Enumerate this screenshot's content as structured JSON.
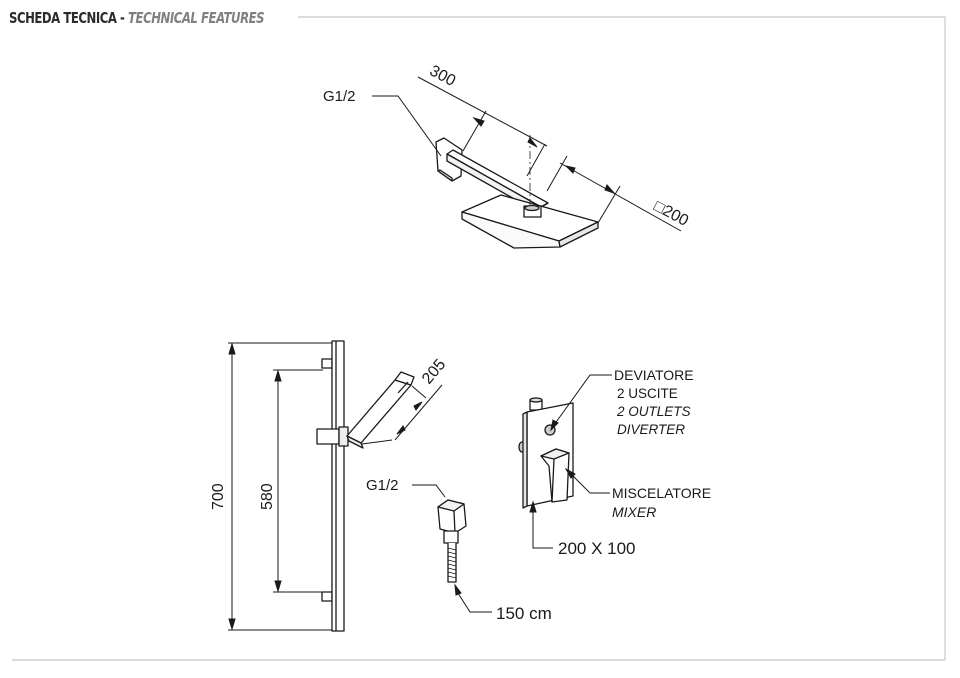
{
  "header": {
    "title_it": "SCHEDA TECNICA",
    "separator": " - ",
    "title_en": "TECHNICAL FEATURES"
  },
  "head_shower": {
    "connection_label": "G1/2",
    "arm_length": "300",
    "head_size": "□200"
  },
  "shower_rail": {
    "total_height": "700",
    "bracket_spacing": "580",
    "handshower_length": "205"
  },
  "wall_outlet": {
    "connection_label": "G1/2",
    "hose_length": "150 cm"
  },
  "mixer_plate": {
    "diverter_label_1": "DEVIATORE",
    "diverter_label_2": "2 USCITE",
    "diverter_label_3": "2 OUTLETS",
    "diverter_label_4": "DIVERTER",
    "mixer_label_1": "MISCELATORE",
    "mixer_label_2": "MIXER",
    "plate_size": "200 X 100"
  }
}
